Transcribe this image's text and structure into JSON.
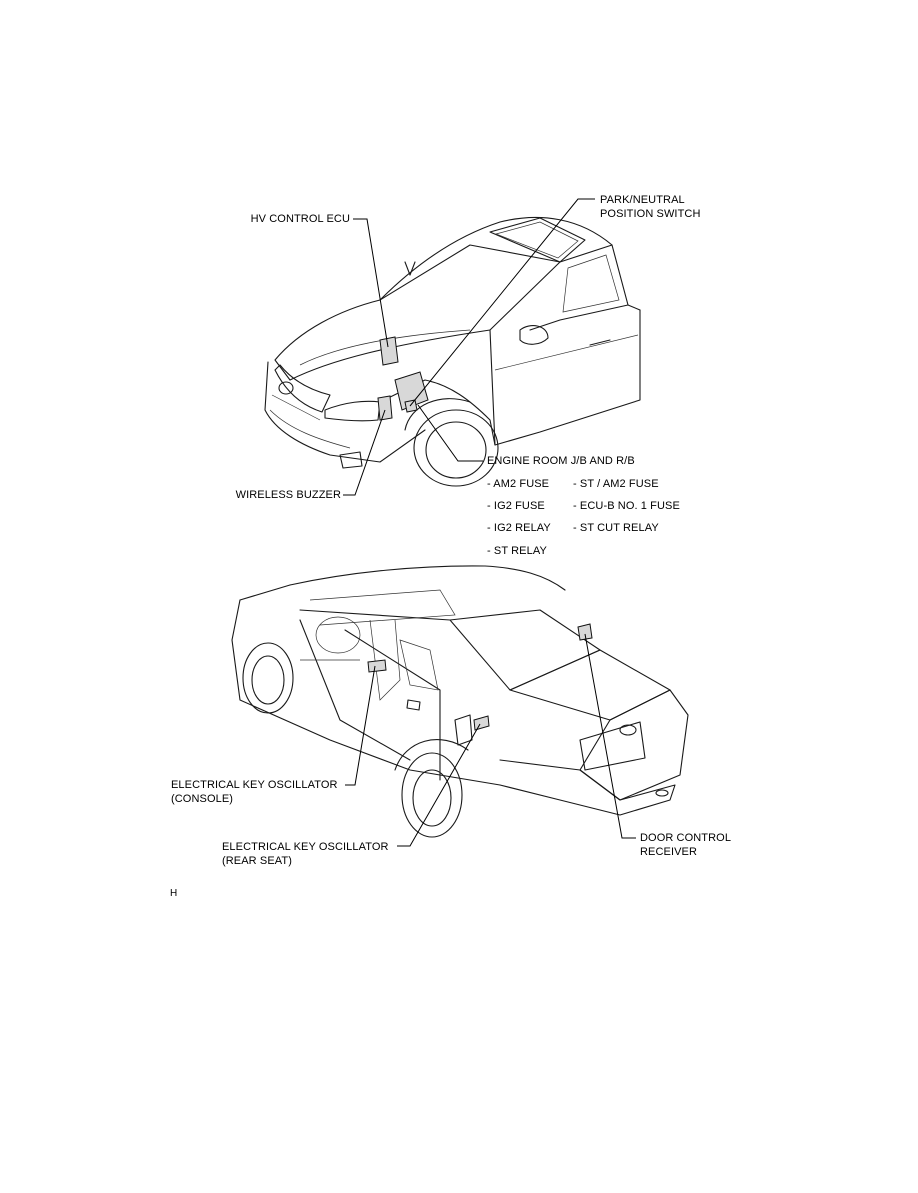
{
  "labels": {
    "hv_control_ecu": "HV CONTROL ECU",
    "park_neutral_line1": "PARK/NEUTRAL",
    "park_neutral_line2": "POSITION SWITCH",
    "engine_room": "ENGINE ROOM J/B AND R/B",
    "wireless_buzzer": "WIRELESS BUZZER",
    "eko_console_line1": "ELECTRICAL KEY OSCILLATOR",
    "eko_console_line2": "(CONSOLE)",
    "eko_rear_line1": "ELECTRICAL KEY OSCILLATOR",
    "eko_rear_line2": "(REAR SEAT)",
    "door_control_line1": "DOOR CONTROL",
    "door_control_line2": "RECEIVER"
  },
  "engine_room_items": [
    "- AM2 FUSE",
    "- ST / AM2 FUSE",
    "- IG2 FUSE",
    "- ECU-B NO. 1 FUSE",
    "- IG2 RELAY",
    "- ST CUT RELAY",
    "- ST RELAY"
  ],
  "footer_code": "H"
}
